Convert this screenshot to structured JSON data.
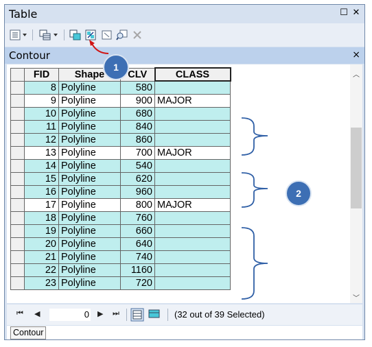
{
  "window": {
    "title": "Table",
    "maximize_glyph": "☐",
    "close_glyph": "✕"
  },
  "toolbar": {
    "buttons": [
      {
        "name": "table-options-icon",
        "dropdown": true
      },
      {
        "name": "related-tables-icon",
        "dropdown": true
      },
      {
        "name": "select-by-attributes-icon",
        "dropdown": false
      },
      {
        "name": "switch-selection-icon",
        "dropdown": false
      },
      {
        "name": "clear-selection-icon",
        "dropdown": false
      },
      {
        "name": "zoom-to-selected-icon",
        "dropdown": false
      },
      {
        "name": "delete-selected-icon",
        "dropdown": false
      }
    ]
  },
  "table_title": "Contour",
  "table_close": "×",
  "columns": [
    "FID",
    "Shape",
    "CLV",
    "CLASS"
  ],
  "rows": [
    {
      "fid": "8",
      "shape": "Polyline",
      "clv": "580",
      "cls": "",
      "selected": true
    },
    {
      "fid": "9",
      "shape": "Polyline",
      "clv": "900",
      "cls": "MAJOR",
      "selected": false
    },
    {
      "fid": "10",
      "shape": "Polyline",
      "clv": "680",
      "cls": "",
      "selected": true
    },
    {
      "fid": "11",
      "shape": "Polyline",
      "clv": "840",
      "cls": "",
      "selected": true
    },
    {
      "fid": "12",
      "shape": "Polyline",
      "clv": "860",
      "cls": "",
      "selected": true
    },
    {
      "fid": "13",
      "shape": "Polyline",
      "clv": "700",
      "cls": "MAJOR",
      "selected": false
    },
    {
      "fid": "14",
      "shape": "Polyline",
      "clv": "540",
      "cls": "",
      "selected": true
    },
    {
      "fid": "15",
      "shape": "Polyline",
      "clv": "620",
      "cls": "",
      "selected": true
    },
    {
      "fid": "16",
      "shape": "Polyline",
      "clv": "960",
      "cls": "",
      "selected": true
    },
    {
      "fid": "17",
      "shape": "Polyline",
      "clv": "800",
      "cls": "MAJOR",
      "selected": false
    },
    {
      "fid": "18",
      "shape": "Polyline",
      "clv": "760",
      "cls": "",
      "selected": true
    },
    {
      "fid": "19",
      "shape": "Polyline",
      "clv": "660",
      "cls": "",
      "selected": true
    },
    {
      "fid": "20",
      "shape": "Polyline",
      "clv": "640",
      "cls": "",
      "selected": true
    },
    {
      "fid": "21",
      "shape": "Polyline",
      "clv": "740",
      "cls": "",
      "selected": true
    },
    {
      "fid": "22",
      "shape": "Polyline",
      "clv": "1160",
      "cls": "",
      "selected": true
    },
    {
      "fid": "23",
      "shape": "Polyline",
      "clv": "720",
      "cls": "",
      "selected": true
    }
  ],
  "navigation": {
    "record_value": "0",
    "status": "(32 out of 39 Selected)"
  },
  "tab_label": "Contour",
  "callouts": {
    "one": "1",
    "two": "2"
  },
  "colors": {
    "selected_row": "#bfeeee",
    "callout": "#3d6fb4",
    "arrow": "#d01515",
    "brace": "#2f5fa6"
  }
}
